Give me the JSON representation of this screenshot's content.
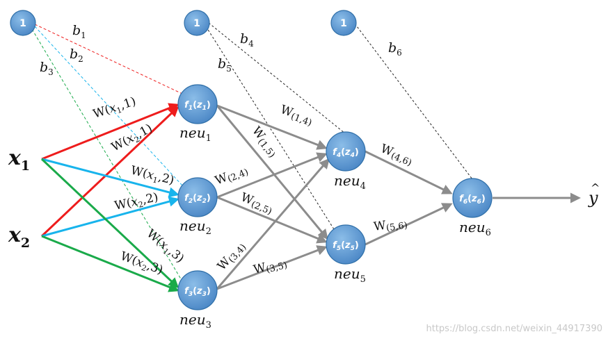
{
  "bias_nodes": [
    {
      "id": "bias1",
      "text": "1"
    },
    {
      "id": "bias2",
      "text": "1"
    },
    {
      "id": "bias3",
      "text": "1"
    }
  ],
  "inputs": [
    {
      "id": "x1",
      "base": "x",
      "sub": "1"
    },
    {
      "id": "x2",
      "base": "x",
      "sub": "2"
    }
  ],
  "neurons": [
    {
      "id": "n1",
      "f": "f",
      "fsub": "1",
      "z": "z",
      "zsub": "1",
      "name": "neu",
      "sub": "1"
    },
    {
      "id": "n2",
      "f": "f",
      "fsub": "2",
      "z": "z",
      "zsub": "2",
      "name": "neu",
      "sub": "2"
    },
    {
      "id": "n3",
      "f": "f",
      "fsub": "3",
      "z": "z",
      "zsub": "3",
      "name": "neu",
      "sub": "3"
    },
    {
      "id": "n4",
      "f": "f",
      "fsub": "4",
      "z": "z",
      "zsub": "4",
      "name": "neu",
      "sub": "4"
    },
    {
      "id": "n5",
      "f": "f",
      "fsub": "5",
      "z": "z",
      "zsub": "5",
      "name": "neu",
      "sub": "5"
    },
    {
      "id": "n6",
      "f": "f",
      "fsub": "6",
      "z": "z",
      "zsub": "6",
      "name": "neu",
      "sub": "6"
    }
  ],
  "bias_labels": [
    {
      "id": "b1",
      "base": "b",
      "sub": "1"
    },
    {
      "id": "b2",
      "base": "b",
      "sub": "2"
    },
    {
      "id": "b3",
      "base": "b",
      "sub": "3"
    },
    {
      "id": "b4",
      "base": "b",
      "sub": "4"
    },
    {
      "id": "b5",
      "base": "b",
      "sub": "5"
    },
    {
      "id": "b6",
      "base": "b",
      "sub": "6"
    }
  ],
  "weights": [
    {
      "id": "w_x1_1",
      "text": "W(x1,1)",
      "w": "W",
      "a": "x",
      "asub": "1",
      "b": "1"
    },
    {
      "id": "w_x2_1",
      "text": "W(x2,1)",
      "w": "W",
      "a": "x",
      "asub": "2",
      "b": "1"
    },
    {
      "id": "w_x1_2",
      "text": "W(x1,2)",
      "w": "W",
      "a": "x",
      "asub": "1",
      "b": "2"
    },
    {
      "id": "w_x2_2",
      "text": "W(x2,2)",
      "w": "W",
      "a": "x",
      "asub": "2",
      "b": "2"
    },
    {
      "id": "w_x1_3",
      "text": "W(x1,3)",
      "w": "W",
      "a": "x",
      "asub": "1",
      "b": "3"
    },
    {
      "id": "w_x2_3",
      "text": "W(x2,3)",
      "w": "W",
      "a": "x",
      "asub": "2",
      "b": "3"
    },
    {
      "id": "w_1_4",
      "text": "W(1,4)",
      "w": "W",
      "a": "1",
      "b": "4"
    },
    {
      "id": "w_1_5",
      "text": "W(1,5)",
      "w": "W",
      "a": "1",
      "b": "5"
    },
    {
      "id": "w_2_4",
      "text": "W(2,4)",
      "w": "W",
      "a": "2",
      "b": "4"
    },
    {
      "id": "w_2_5",
      "text": "W(2,5)",
      "w": "W",
      "a": "2",
      "b": "5"
    },
    {
      "id": "w_3_4",
      "text": "W(3,4)",
      "w": "W",
      "a": "3",
      "b": "4"
    },
    {
      "id": "w_3_5",
      "text": "W(3,5)",
      "w": "W",
      "a": "3",
      "b": "5"
    },
    {
      "id": "w_4_6",
      "text": "W(4,6)",
      "w": "W",
      "a": "4",
      "b": "6"
    },
    {
      "id": "w_5_6",
      "text": "W(5,6)",
      "w": "W",
      "a": "5",
      "b": "6"
    }
  ],
  "output": {
    "base": "y",
    "accent": "^"
  },
  "colors": {
    "node_fill": "#5b9bd5",
    "node_fill_light": "#8bbde8",
    "red": "#ee1c1c",
    "cyan": "#18b4ec",
    "green": "#1aaa4a",
    "gray": "#8c8c8c",
    "dash_dark": "#222222",
    "dash_red": "#ee1c1c",
    "dash_cyan": "#18b4ec",
    "dash_green": "#1aaa4a"
  },
  "watermark": "https://blog.csdn.net/weixin_44917390"
}
